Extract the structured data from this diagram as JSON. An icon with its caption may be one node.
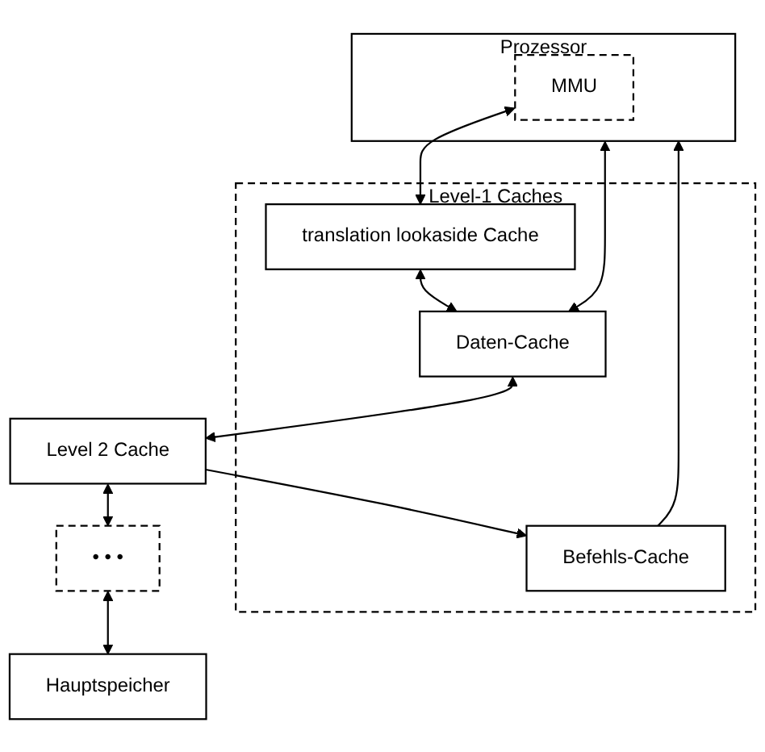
{
  "diagram": {
    "nodes": [
      {
        "text": [
          "Prozessor"
        ]
      },
      {
        "text": [
          "MMU"
        ],
        "in": 0
      },
      {
        "text": [
          "Level-1 Caches"
        ]
      },
      {
        "text": [
          "translation lookaside Cache"
        ],
        "in": 2
      },
      {
        "text": [
          "Daten-Cache"
        ],
        "in": 2
      },
      {
        "text": [
          "Befehls-Cache"
        ],
        "in": 2
      },
      {
        "text": [
          "Level 2 Cache"
        ]
      },
      {
        "text": [
          "• • •"
        ]
      },
      {
        "text": [
          "Hauptspeicher"
        ]
      }
    ],
    "edges": [
      {
        "from": 1,
        "to": 3,
        "arrow": "both"
      },
      {
        "from": 0,
        "to": 4,
        "arrow": "both"
      },
      {
        "from": 5,
        "to": 0,
        "arrow": "to"
      },
      {
        "from": 3,
        "to": 4,
        "arrow": "both"
      },
      {
        "from": 4,
        "to": 6,
        "arrow": "both"
      },
      {
        "from": 6,
        "to": 5,
        "arrow": "to"
      },
      {
        "from": 6,
        "to": 7,
        "arrow": "both"
      },
      {
        "from": 7,
        "to": 8,
        "arrow": "both"
      }
    ]
  }
}
